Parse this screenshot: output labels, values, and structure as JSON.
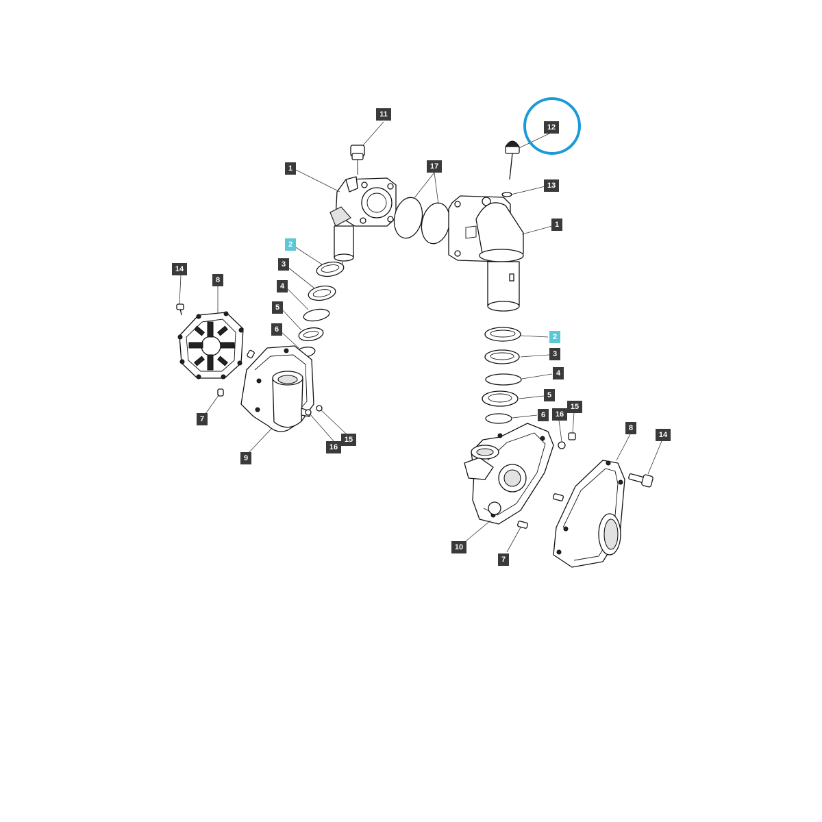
{
  "callouts": [
    {
      "id": "c11a",
      "label": "11"
    },
    {
      "id": "c12a",
      "label": "12",
      "highlight_ring": true
    },
    {
      "id": "c17a",
      "label": "17"
    },
    {
      "id": "c1a",
      "label": "1"
    },
    {
      "id": "c13a",
      "label": "13"
    },
    {
      "id": "c1b",
      "label": "1"
    },
    {
      "id": "c2a",
      "label": "2",
      "highlighted": true
    },
    {
      "id": "c3a",
      "label": "3"
    },
    {
      "id": "c4a",
      "label": "4"
    },
    {
      "id": "c5a",
      "label": "5"
    },
    {
      "id": "c6a",
      "label": "6"
    },
    {
      "id": "c14a",
      "label": "14"
    },
    {
      "id": "c8a",
      "label": "8"
    },
    {
      "id": "c7a",
      "label": "7"
    },
    {
      "id": "c9a",
      "label": "9"
    },
    {
      "id": "c16a",
      "label": "16"
    },
    {
      "id": "c15a",
      "label": "15"
    },
    {
      "id": "c2b",
      "label": "2",
      "highlighted": true
    },
    {
      "id": "c3b",
      "label": "3"
    },
    {
      "id": "c4b",
      "label": "4"
    },
    {
      "id": "c5b",
      "label": "5"
    },
    {
      "id": "c6b",
      "label": "6"
    },
    {
      "id": "c16b",
      "label": "16"
    },
    {
      "id": "c15b",
      "label": "15"
    },
    {
      "id": "c8b",
      "label": "8"
    },
    {
      "id": "c14b",
      "label": "14"
    },
    {
      "id": "c10a",
      "label": "10"
    },
    {
      "id": "c7b",
      "label": "7"
    }
  ],
  "colors": {
    "callout_bg": "#3a3a3a",
    "callout_highlight_bg": "#5bc8d8",
    "highlight_ring": "#1a9ad6",
    "line": "#111111"
  }
}
